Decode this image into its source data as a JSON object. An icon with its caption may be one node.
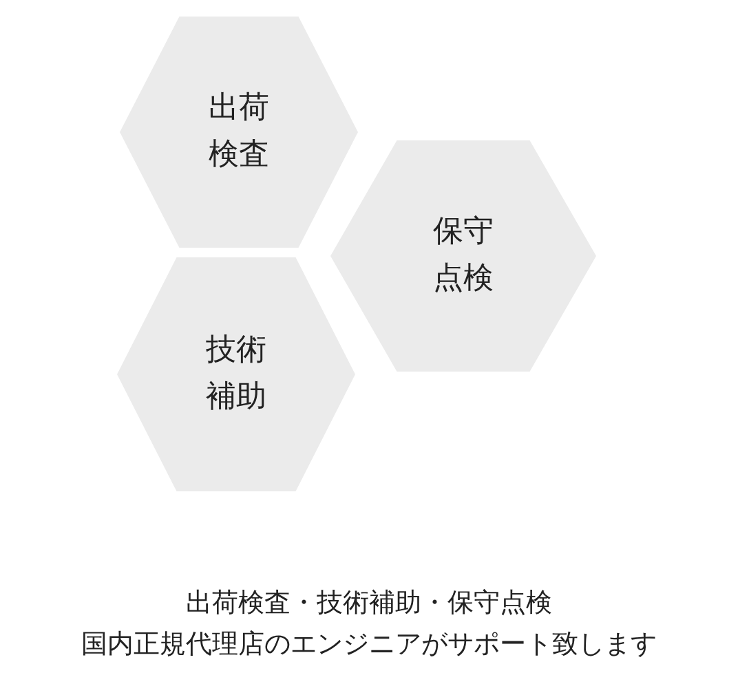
{
  "diagram": {
    "nodes": [
      {
        "text": [
          "出荷検査"
        ]
      },
      {
        "text": [
          "保守点検"
        ]
      },
      {
        "text": [
          "技術補助"
        ]
      }
    ],
    "labels": [
      "出荷検査・技術補助・保守点検",
      "国内正規代理店のエンジニアがサポート致します"
    ]
  }
}
